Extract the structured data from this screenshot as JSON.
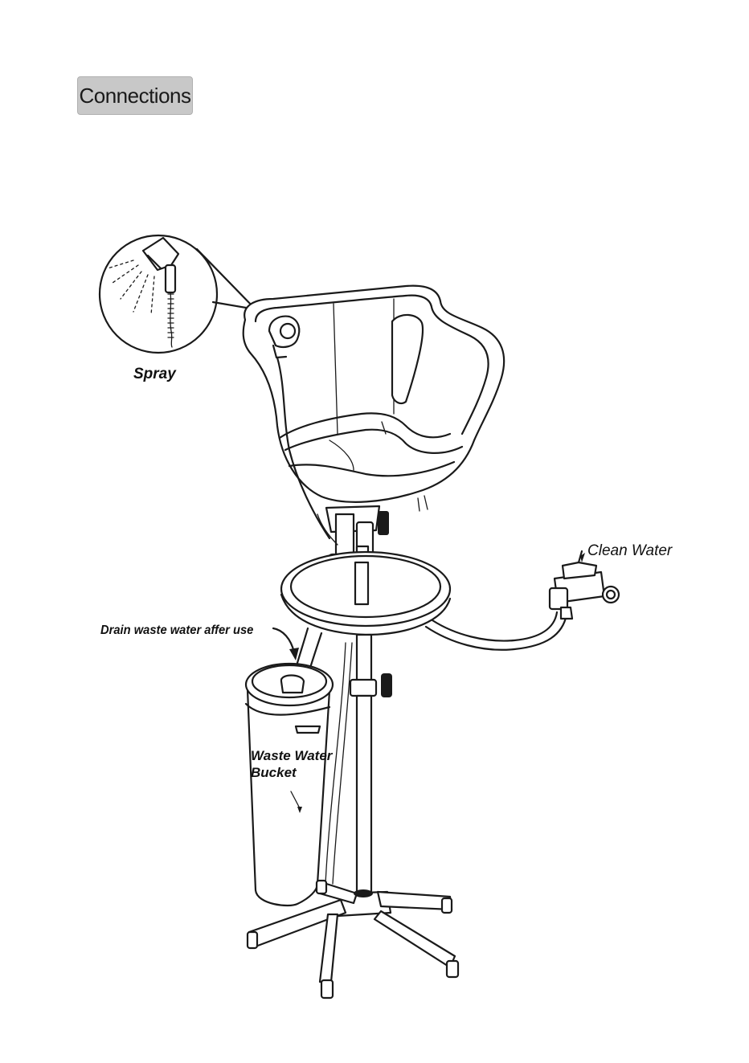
{
  "heading": {
    "title": "Connections"
  },
  "labels": {
    "spray": "Spray",
    "clean_water": "Clean Water",
    "drain": "Drain waste water affer use",
    "bucket_line1": "Waste Water",
    "bucket_line2": "Bucket"
  },
  "colors": {
    "heading_background": "#c8c8c8",
    "line": "#1a1a1a",
    "background": "#ffffff"
  }
}
